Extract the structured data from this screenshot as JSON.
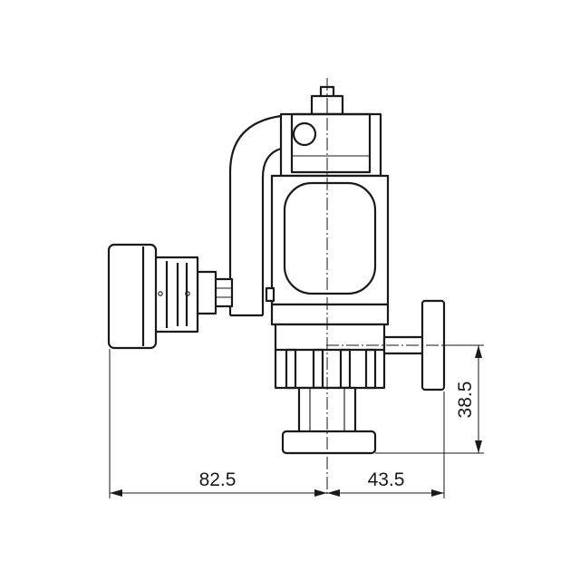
{
  "dimensions": {
    "left_width": "82.5",
    "right_width": "43.5",
    "height": "38.5"
  },
  "colors": {
    "line": "#1a1a1a",
    "background": "#ffffff"
  }
}
